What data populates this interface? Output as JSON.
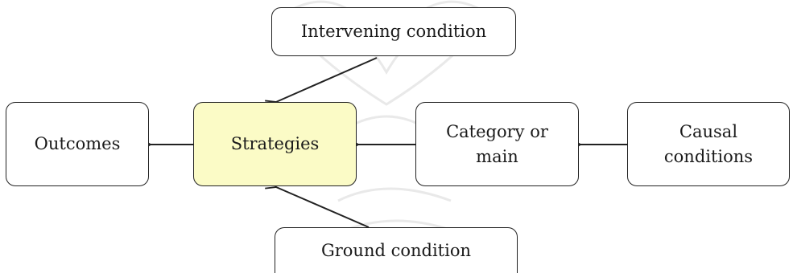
{
  "diagram": {
    "nodes": {
      "intervening": {
        "label": "Intervening condition"
      },
      "outcomes": {
        "label": "Outcomes"
      },
      "strategies": {
        "label": "Strategies"
      },
      "category": {
        "label": "Category or main"
      },
      "causal": {
        "label": "Causal conditions"
      },
      "ground": {
        "label": "Ground condition"
      }
    },
    "edges": [
      {
        "from": "causal",
        "to": "category"
      },
      {
        "from": "category",
        "to": "strategies"
      },
      {
        "from": "strategies",
        "to": "outcomes"
      },
      {
        "from": "intervening",
        "to": "strategies"
      },
      {
        "from": "ground",
        "to": "strategies"
      }
    ],
    "colors": {
      "highlight_fill": "#fbfbc6",
      "stroke": "#222222"
    }
  }
}
